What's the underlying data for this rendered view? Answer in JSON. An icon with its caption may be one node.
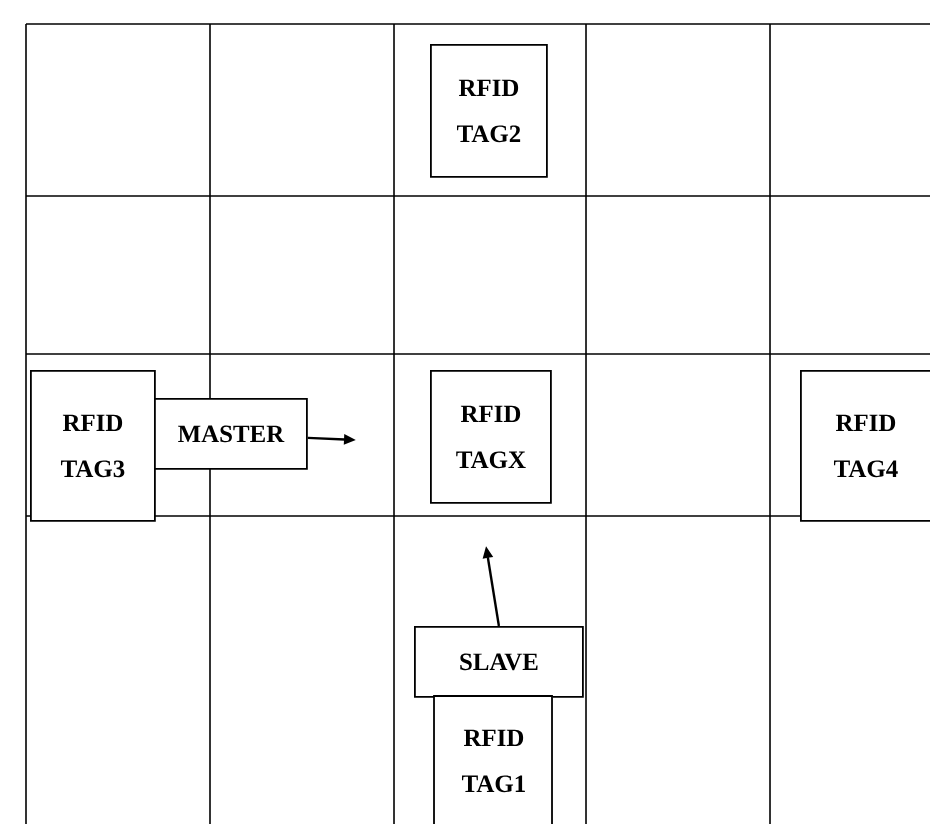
{
  "diagram": {
    "nodes": [
      {
        "text": [
          "RFID",
          "TAG2"
        ]
      },
      {
        "text": [
          "RFID",
          "TAG3"
        ]
      },
      {
        "text": [
          "MASTER"
        ]
      },
      {
        "text": [
          "RFID",
          "TAGX"
        ]
      },
      {
        "text": [
          "RFID",
          "TAG4"
        ]
      },
      {
        "text": [
          "SLAVE"
        ]
      },
      {
        "text": [
          "RFID",
          "TAG1"
        ]
      }
    ],
    "edges": [
      {
        "from": 2,
        "to": null,
        "arrow": "to"
      },
      {
        "from": 5,
        "to": null,
        "arrow": "to"
      }
    ]
  }
}
